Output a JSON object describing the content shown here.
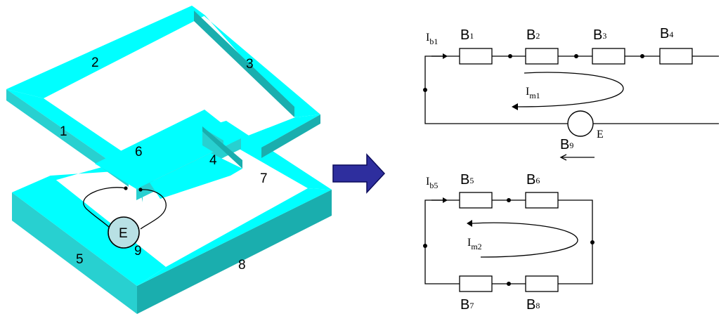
{
  "colors": {
    "frame_top": "#00ffff",
    "frame_side": "#28d0d0",
    "frame_side_dark": "#1aaeae",
    "source_fill": "#b8e0e4",
    "arrow_fill": "#2e2e9e",
    "arrow_stroke": "#0c0c5c"
  },
  "model": {
    "bars": {
      "b1": "1",
      "b2": "2",
      "b3": "3",
      "b4": "4",
      "b5": "5",
      "b6": "6",
      "b7": "7",
      "b8": "8",
      "b9": "9"
    },
    "source": "E"
  },
  "circuit_top": {
    "current": {
      "main": "I",
      "sub": "b1"
    },
    "resistors": [
      {
        "letter": "B",
        "index": "1"
      },
      {
        "letter": "B",
        "index": "2"
      },
      {
        "letter": "B",
        "index": "3"
      },
      {
        "letter": "B",
        "index": "4"
      }
    ],
    "mesh": {
      "main": "I",
      "sub": "m1"
    },
    "source": {
      "letter": "B",
      "index": "9",
      "emf": "E"
    }
  },
  "circuit_bottom": {
    "current": {
      "main": "I",
      "sub": "b5"
    },
    "resistors": [
      {
        "letter": "B",
        "index": "5"
      },
      {
        "letter": "B",
        "index": "6"
      },
      {
        "letter": "B",
        "index": "7"
      },
      {
        "letter": "B",
        "index": "8"
      }
    ],
    "mesh": {
      "main": "I",
      "sub": "m2"
    }
  }
}
